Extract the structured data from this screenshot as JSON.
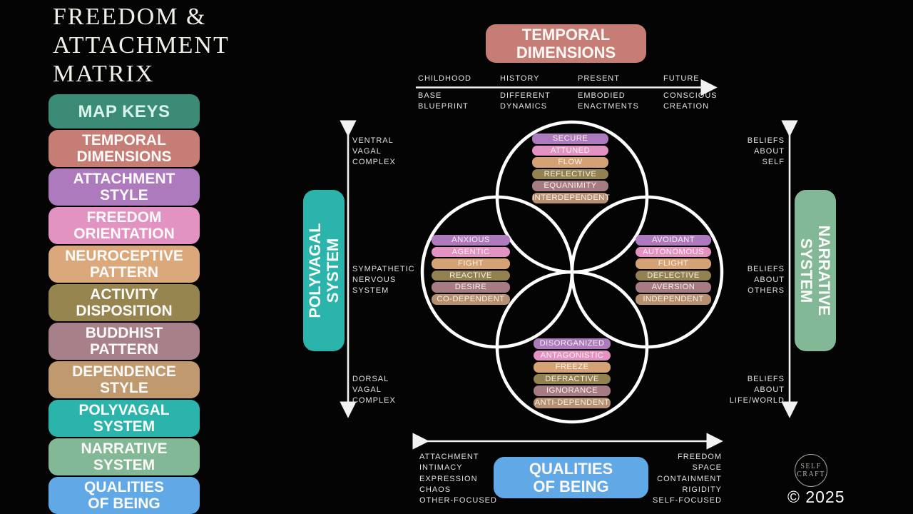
{
  "title": "FREEDOM &\nATTACHMENT\nMATRIX",
  "palette": {
    "map_keys_teal": "#3c8b77",
    "temporal_rose": "#c67d75",
    "attachment_purple": "#ad7abd",
    "freedom_pink": "#e293c2",
    "neuroceptive_tan": "#dba87b",
    "activity_olive": "#97854f",
    "buddhist_mauve": "#a8808a",
    "dependence_tan": "#c0996f",
    "polyvagal_teal": "#2ab4ab",
    "narrative_sage": "#82b896",
    "qualities_blue": "#60a9e6",
    "circle_stroke": "#ffffff",
    "arrow_color": "#f2f2f2"
  },
  "map_keys": {
    "header": {
      "label": "MAP KEYS",
      "color": "#3c8b77"
    },
    "items": [
      {
        "label": "TEMPORAL\nDIMENSIONS",
        "color": "#c67d75"
      },
      {
        "label": "ATTACHMENT\nSTYLE",
        "color": "#ad7abd"
      },
      {
        "label": "FREEDOM\nORIENTATION",
        "color": "#e293c2"
      },
      {
        "label": "NEUROCEPTIVE\nPATTERN",
        "color": "#dba87b"
      },
      {
        "label": "ACTIVITY\nDISPOSITION",
        "color": "#97854f"
      },
      {
        "label": "BUDDHIST\nPATTERN",
        "color": "#a8808a"
      },
      {
        "label": "DEPENDENCE\nSTYLE",
        "color": "#c0996f"
      },
      {
        "label": "POLYVAGAL\nSYSTEM",
        "color": "#2ab4ab"
      },
      {
        "label": "NARRATIVE\nSYSTEM",
        "color": "#82b896"
      },
      {
        "label": "QUALITIES\nOF BEING",
        "color": "#60a9e6"
      }
    ]
  },
  "temporal_axis": {
    "header": {
      "label": "TEMPORAL\nDIMENSIONS",
      "color": "#c67d75"
    },
    "stages": [
      {
        "time": "CHILDHOOD",
        "mode": "BASE\nBLUEPRINT"
      },
      {
        "time": "HISTORY",
        "mode": "DIFFERENT\nDYNAMICS"
      },
      {
        "time": "PRESENT",
        "mode": "EMBODIED\nENACTMENTS"
      },
      {
        "time": "FUTURE",
        "mode": "CONSCIOUS\nCREATION"
      }
    ]
  },
  "polyvagal_axis": {
    "box": {
      "label": "POLYVAGAL\nSYSTEM",
      "color": "#2ab4ab"
    },
    "top": "VENTRAL\nVAGAL\nCOMPLEX",
    "middle": "SYMPATHETIC\nNERVOUS\nSYSTEM",
    "bottom": "DORSAL\nVAGAL\nCOMPLEX"
  },
  "narrative_axis": {
    "box": {
      "label": "NARRATIVE\nSYSTEM",
      "color": "#82b896"
    },
    "top": "BELIEFS\nABOUT\nSELF",
    "middle": "BELIEFS\nABOUT\nOTHERS",
    "bottom": "BELIEFS\nABOUT\nLIFE/WORLD"
  },
  "qualities_axis": {
    "box": {
      "label": "QUALITIES\nOF BEING",
      "color": "#60a9e6"
    },
    "left_list": "ATTACHMENT\nINTIMACY\nEXPRESSION\nCHAOS\nOTHER-FOCUSED",
    "right_list": "FREEDOM\nSPACE\nCONTAINMENT\nRIGIDITY\nSELF-FOCUSED"
  },
  "venn": {
    "top": {
      "items": [
        {
          "label": "SECURE",
          "color": "#ad7abd"
        },
        {
          "label": "ATTUNED",
          "color": "#e293c2"
        },
        {
          "label": "FLOW",
          "color": "#d5a275"
        },
        {
          "label": "REFLECTIVE",
          "color": "#938250"
        },
        {
          "label": "EQUANIMITY",
          "color": "#a67b82"
        },
        {
          "label": "INTERDEPENDENT",
          "color": "#b69070"
        }
      ]
    },
    "left": {
      "items": [
        {
          "label": "ANXIOUS",
          "color": "#ad7abd"
        },
        {
          "label": "AGENTIC",
          "color": "#e293c2"
        },
        {
          "label": "FIGHT",
          "color": "#d5a275"
        },
        {
          "label": "REACTIVE",
          "color": "#938250"
        },
        {
          "label": "DESIRE",
          "color": "#a67b82"
        },
        {
          "label": "CO-DEPENDENT",
          "color": "#b69070"
        }
      ]
    },
    "right": {
      "items": [
        {
          "label": "AVOIDANT",
          "color": "#ad7abd"
        },
        {
          "label": "AUTONOMOUS",
          "color": "#e293c2"
        },
        {
          "label": "FLIGHT",
          "color": "#d5a275"
        },
        {
          "label": "DEFLECTIVE",
          "color": "#938250"
        },
        {
          "label": "AVERSION",
          "color": "#a67b82"
        },
        {
          "label": "INDEPENDENT",
          "color": "#b69070"
        }
      ]
    },
    "bottom": {
      "items": [
        {
          "label": "DISORGANIZED",
          "color": "#ad7abd"
        },
        {
          "label": "ANTAGONISTIC",
          "color": "#e293c2"
        },
        {
          "label": "FREEZE",
          "color": "#d5a275"
        },
        {
          "label": "DEFRACTIVE",
          "color": "#938250"
        },
        {
          "label": "IGNORANCE",
          "color": "#a67b82"
        },
        {
          "label": "ANTI-DEPENDENT",
          "color": "#b69070"
        }
      ]
    }
  },
  "logo": {
    "line1": "SELF",
    "line2": "CRAFT"
  },
  "copyright": "© 2025"
}
